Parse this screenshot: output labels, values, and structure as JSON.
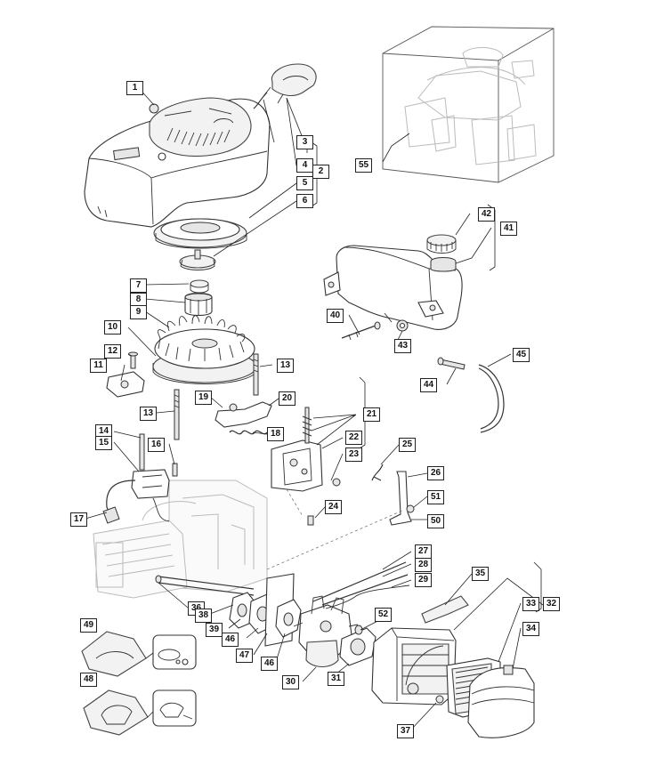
{
  "callouts": [
    {
      "id": "c1",
      "label": "1"
    },
    {
      "id": "c2",
      "label": "2"
    },
    {
      "id": "c3",
      "label": "3"
    },
    {
      "id": "c4",
      "label": "4"
    },
    {
      "id": "c5",
      "label": "5"
    },
    {
      "id": "c6",
      "label": "6"
    },
    {
      "id": "c7",
      "label": "7"
    },
    {
      "id": "c8",
      "label": "8"
    },
    {
      "id": "c9",
      "label": "9"
    },
    {
      "id": "c10",
      "label": "10"
    },
    {
      "id": "c11",
      "label": "11"
    },
    {
      "id": "c12",
      "label": "12"
    },
    {
      "id": "c13a",
      "label": "13"
    },
    {
      "id": "c13b",
      "label": "13"
    },
    {
      "id": "c14",
      "label": "14"
    },
    {
      "id": "c15",
      "label": "15"
    },
    {
      "id": "c16",
      "label": "16"
    },
    {
      "id": "c17",
      "label": "17"
    },
    {
      "id": "c18",
      "label": "18"
    },
    {
      "id": "c19",
      "label": "19"
    },
    {
      "id": "c20",
      "label": "20"
    },
    {
      "id": "c21",
      "label": "21"
    },
    {
      "id": "c22",
      "label": "22"
    },
    {
      "id": "c23",
      "label": "23"
    },
    {
      "id": "c24",
      "label": "24"
    },
    {
      "id": "c25",
      "label": "25"
    },
    {
      "id": "c26",
      "label": "26"
    },
    {
      "id": "c27",
      "label": "27"
    },
    {
      "id": "c28",
      "label": "28"
    },
    {
      "id": "c29",
      "label": "29"
    },
    {
      "id": "c30",
      "label": "30"
    },
    {
      "id": "c31",
      "label": "31"
    },
    {
      "id": "c32",
      "label": "32"
    },
    {
      "id": "c33",
      "label": "33"
    },
    {
      "id": "c34",
      "label": "34"
    },
    {
      "id": "c35",
      "label": "35"
    },
    {
      "id": "c36",
      "label": "36"
    },
    {
      "id": "c37",
      "label": "37"
    },
    {
      "id": "c38",
      "label": "38"
    },
    {
      "id": "c39",
      "label": "39"
    },
    {
      "id": "c40",
      "label": "40"
    },
    {
      "id": "c41",
      "label": "41"
    },
    {
      "id": "c42",
      "label": "42"
    },
    {
      "id": "c43",
      "label": "43"
    },
    {
      "id": "c44",
      "label": "44"
    },
    {
      "id": "c45",
      "label": "45"
    },
    {
      "id": "c46a",
      "label": "46"
    },
    {
      "id": "c46b",
      "label": "46"
    },
    {
      "id": "c47",
      "label": "47"
    },
    {
      "id": "c48",
      "label": "48"
    },
    {
      "id": "c49",
      "label": "49"
    },
    {
      "id": "c50",
      "label": "50"
    },
    {
      "id": "c51",
      "label": "51"
    },
    {
      "id": "c52",
      "label": "52"
    },
    {
      "id": "c55",
      "label": "55"
    }
  ]
}
